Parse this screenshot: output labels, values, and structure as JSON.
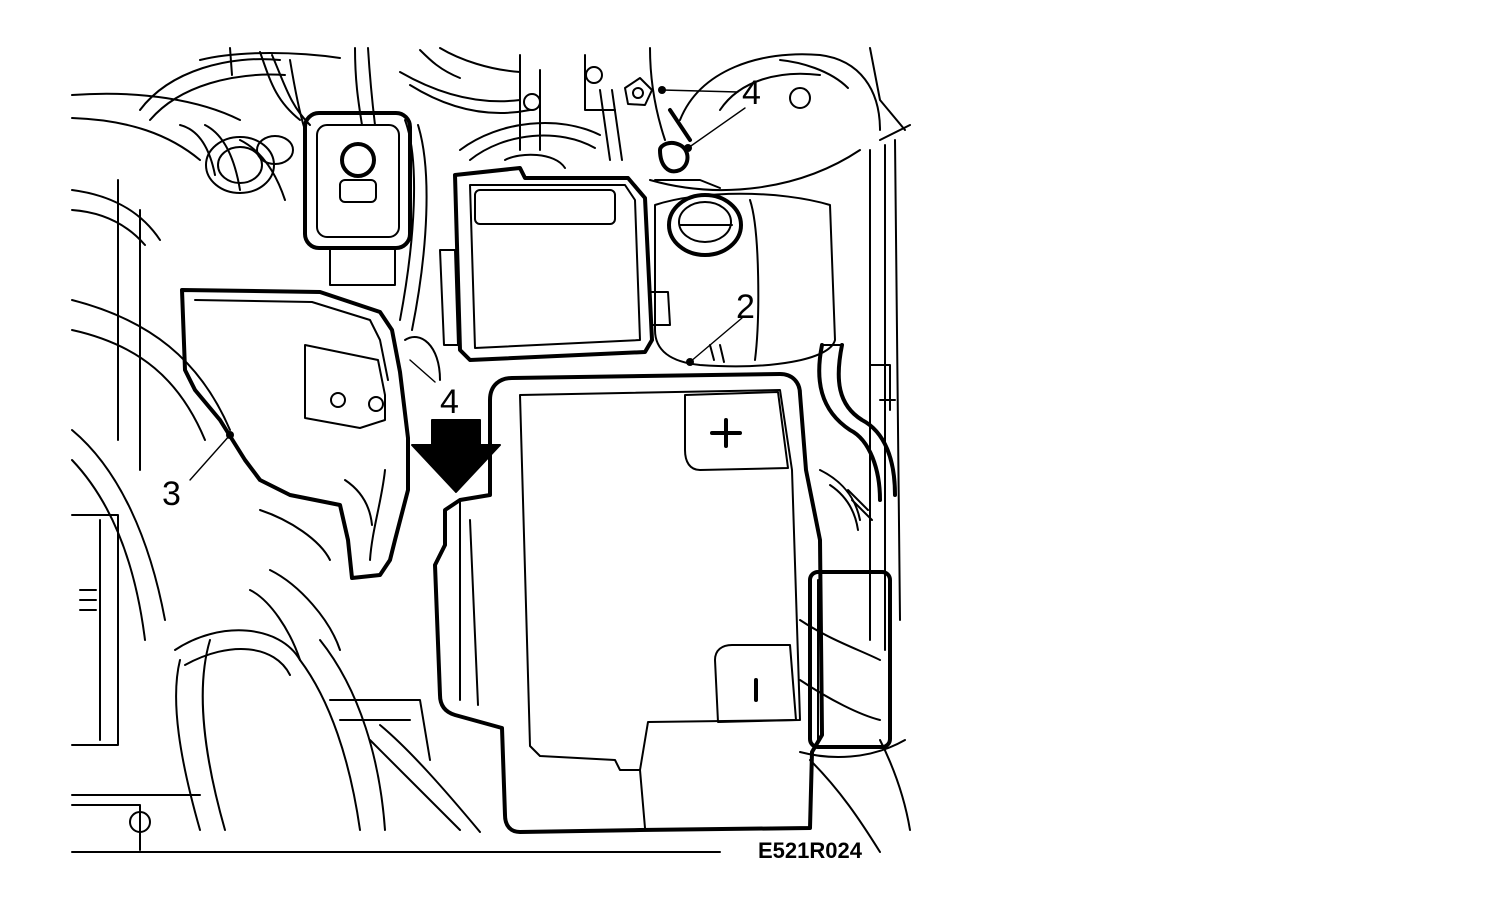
{
  "figure": {
    "code": "E521R024",
    "callouts": [
      {
        "id": "callout-2",
        "label": "2"
      },
      {
        "id": "callout-3",
        "label": "3"
      },
      {
        "id": "callout-4-top",
        "label": "4"
      },
      {
        "id": "callout-4-lower",
        "label": "4"
      }
    ],
    "battery_symbols": {
      "positive": "+",
      "negative": "−"
    }
  },
  "colors": {
    "line": "#000000",
    "background": "#ffffff"
  }
}
